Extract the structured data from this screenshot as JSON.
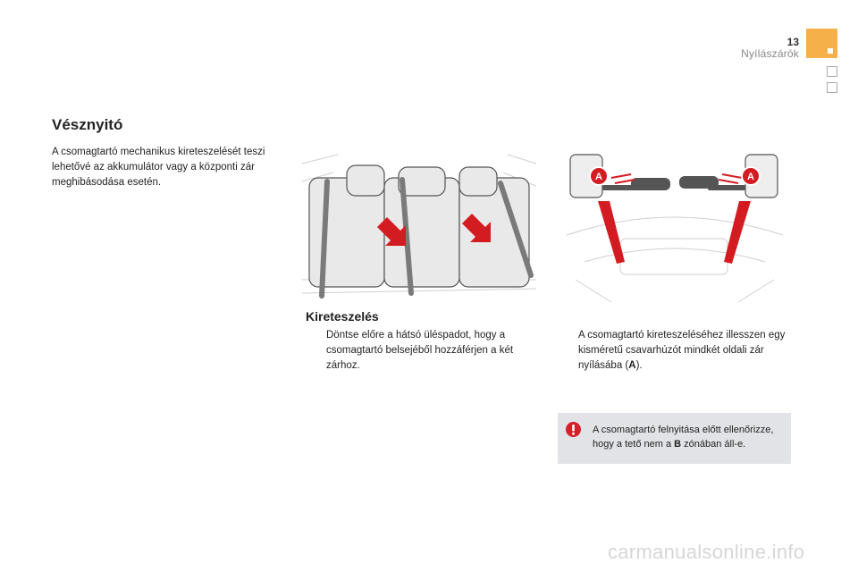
{
  "header": {
    "page_number": "13",
    "section": "Nyílászárók",
    "accent_color": "#f6b04a"
  },
  "title": "Vésznyitó",
  "intro": "A csomagtartó mechanikus kireteszelését teszi lehetővé az akkumulátor vagy a központi zár meghibásodása esetén.",
  "unlock": {
    "heading": "Kireteszelés",
    "steps": [
      {
        "marker": "",
        "text": "Döntse előre a hátsó üléspadot, hogy a csomagtartó belsejéből hozzáférjen a két zárhoz."
      },
      {
        "marker": "",
        "text_before": "A csomagtartó kireteszeléséhez illesszen egy kisméretű csavarhúzót mindkét oldali zár nyílásába (",
        "text_bold": "A",
        "text_after": ")."
      }
    ]
  },
  "figure_labels": {
    "left_marker": "A",
    "right_marker": "A"
  },
  "note": {
    "text_before": "A csomagtartó felnyitása előtt ellenőrizze, hogy a tető nem a ",
    "text_bold": "B",
    "text_after": " zónában áll-e.",
    "warning_color": "#d8202a"
  },
  "watermark": "carmanualsonline.info"
}
